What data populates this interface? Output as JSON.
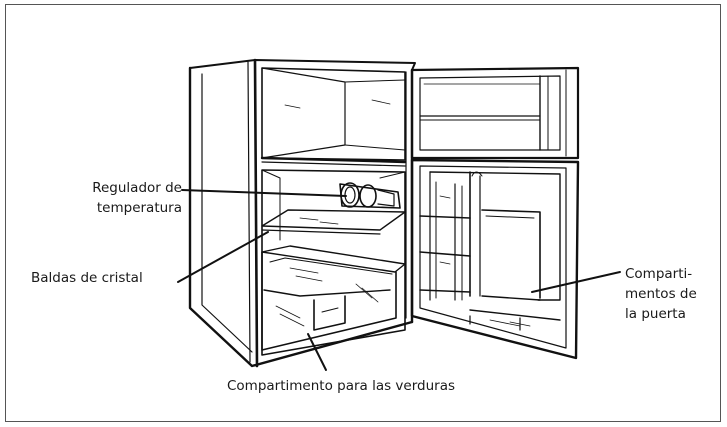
{
  "diagram": {
    "labels": {
      "temperature_regulator": [
        "Regulador de",
        "temperatura"
      ],
      "glass_shelves": [
        "Baldas de cristal"
      ],
      "door_compartments": [
        "Comparti-",
        "mentos de",
        "la puerta"
      ],
      "vegetable_drawer": [
        "Compartimento para las verduras"
      ]
    },
    "colors": {
      "line": "#111111",
      "frame": "#555555",
      "background": "#ffffff"
    }
  }
}
